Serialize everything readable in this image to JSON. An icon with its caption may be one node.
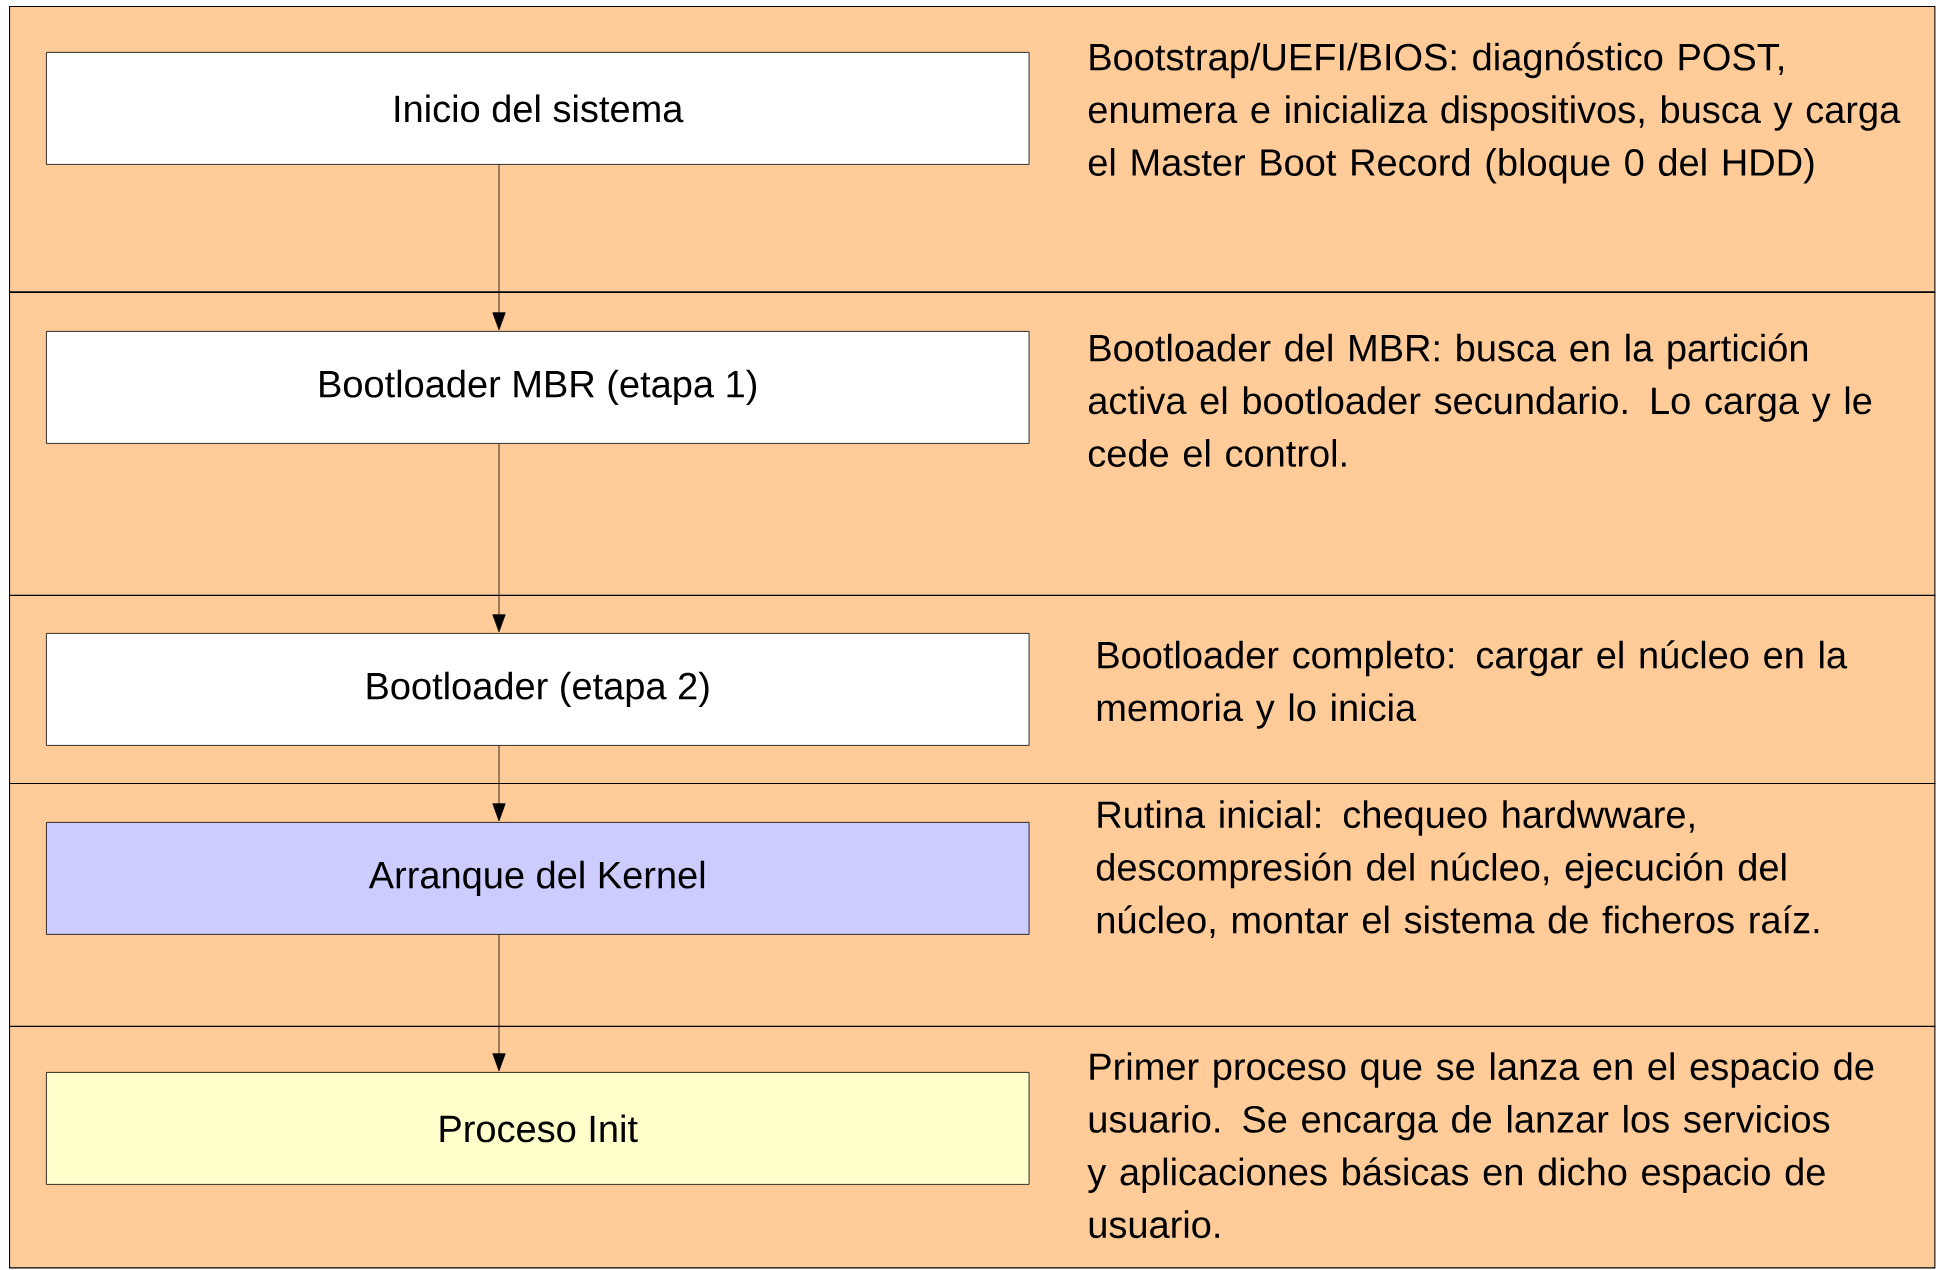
{
  "diagram": {
    "nodes": [
      {
        "text": [
          "Bootstrap/UEFI/BIOS: diagnóstico POST, enumera e inicializa dispositivos, busca y carga el Master Boot Record (bloque 0 del HDD)"
        ]
      },
      {
        "text": [
          "Inicio del sistema"
        ],
        "in": 0
      },
      {
        "text": [
          "Bootloader del MBR: busca en la partición activa el bootloader secundario. Lo carga y le cede el control."
        ]
      },
      {
        "text": [
          "Bootloader MBR (etapa 1)"
        ],
        "in": 2
      },
      {
        "text": [
          "Bootloader completo: cargar el núcleo en la memoria y lo inicia"
        ]
      },
      {
        "text": [
          "Bootloader (etapa 2)"
        ],
        "in": 4
      },
      {
        "text": [
          "Rutina inicial: chequeo hardwware, descompresión del núcleo, ejecución del núcleo, montar el sistema de ficheros raíz."
        ]
      },
      {
        "text": [
          "Arranque del Kernel"
        ],
        "in": 6
      },
      {
        "text": [
          "Primer proceso que se lanza en el espacio de usuario. Se encarga de lanzar los servicios y aplicaciones básicas en dicho espacio de usuario."
        ]
      },
      {
        "text": [
          "Proceso Init"
        ],
        "in": 8
      }
    ],
    "edges": [
      {
        "from": 1,
        "to": 3,
        "arrow": "to"
      },
      {
        "from": 3,
        "to": 5,
        "arrow": "to"
      },
      {
        "from": 5,
        "to": 7,
        "arrow": "to"
      },
      {
        "from": 7,
        "to": 9,
        "arrow": "to"
      }
    ]
  }
}
